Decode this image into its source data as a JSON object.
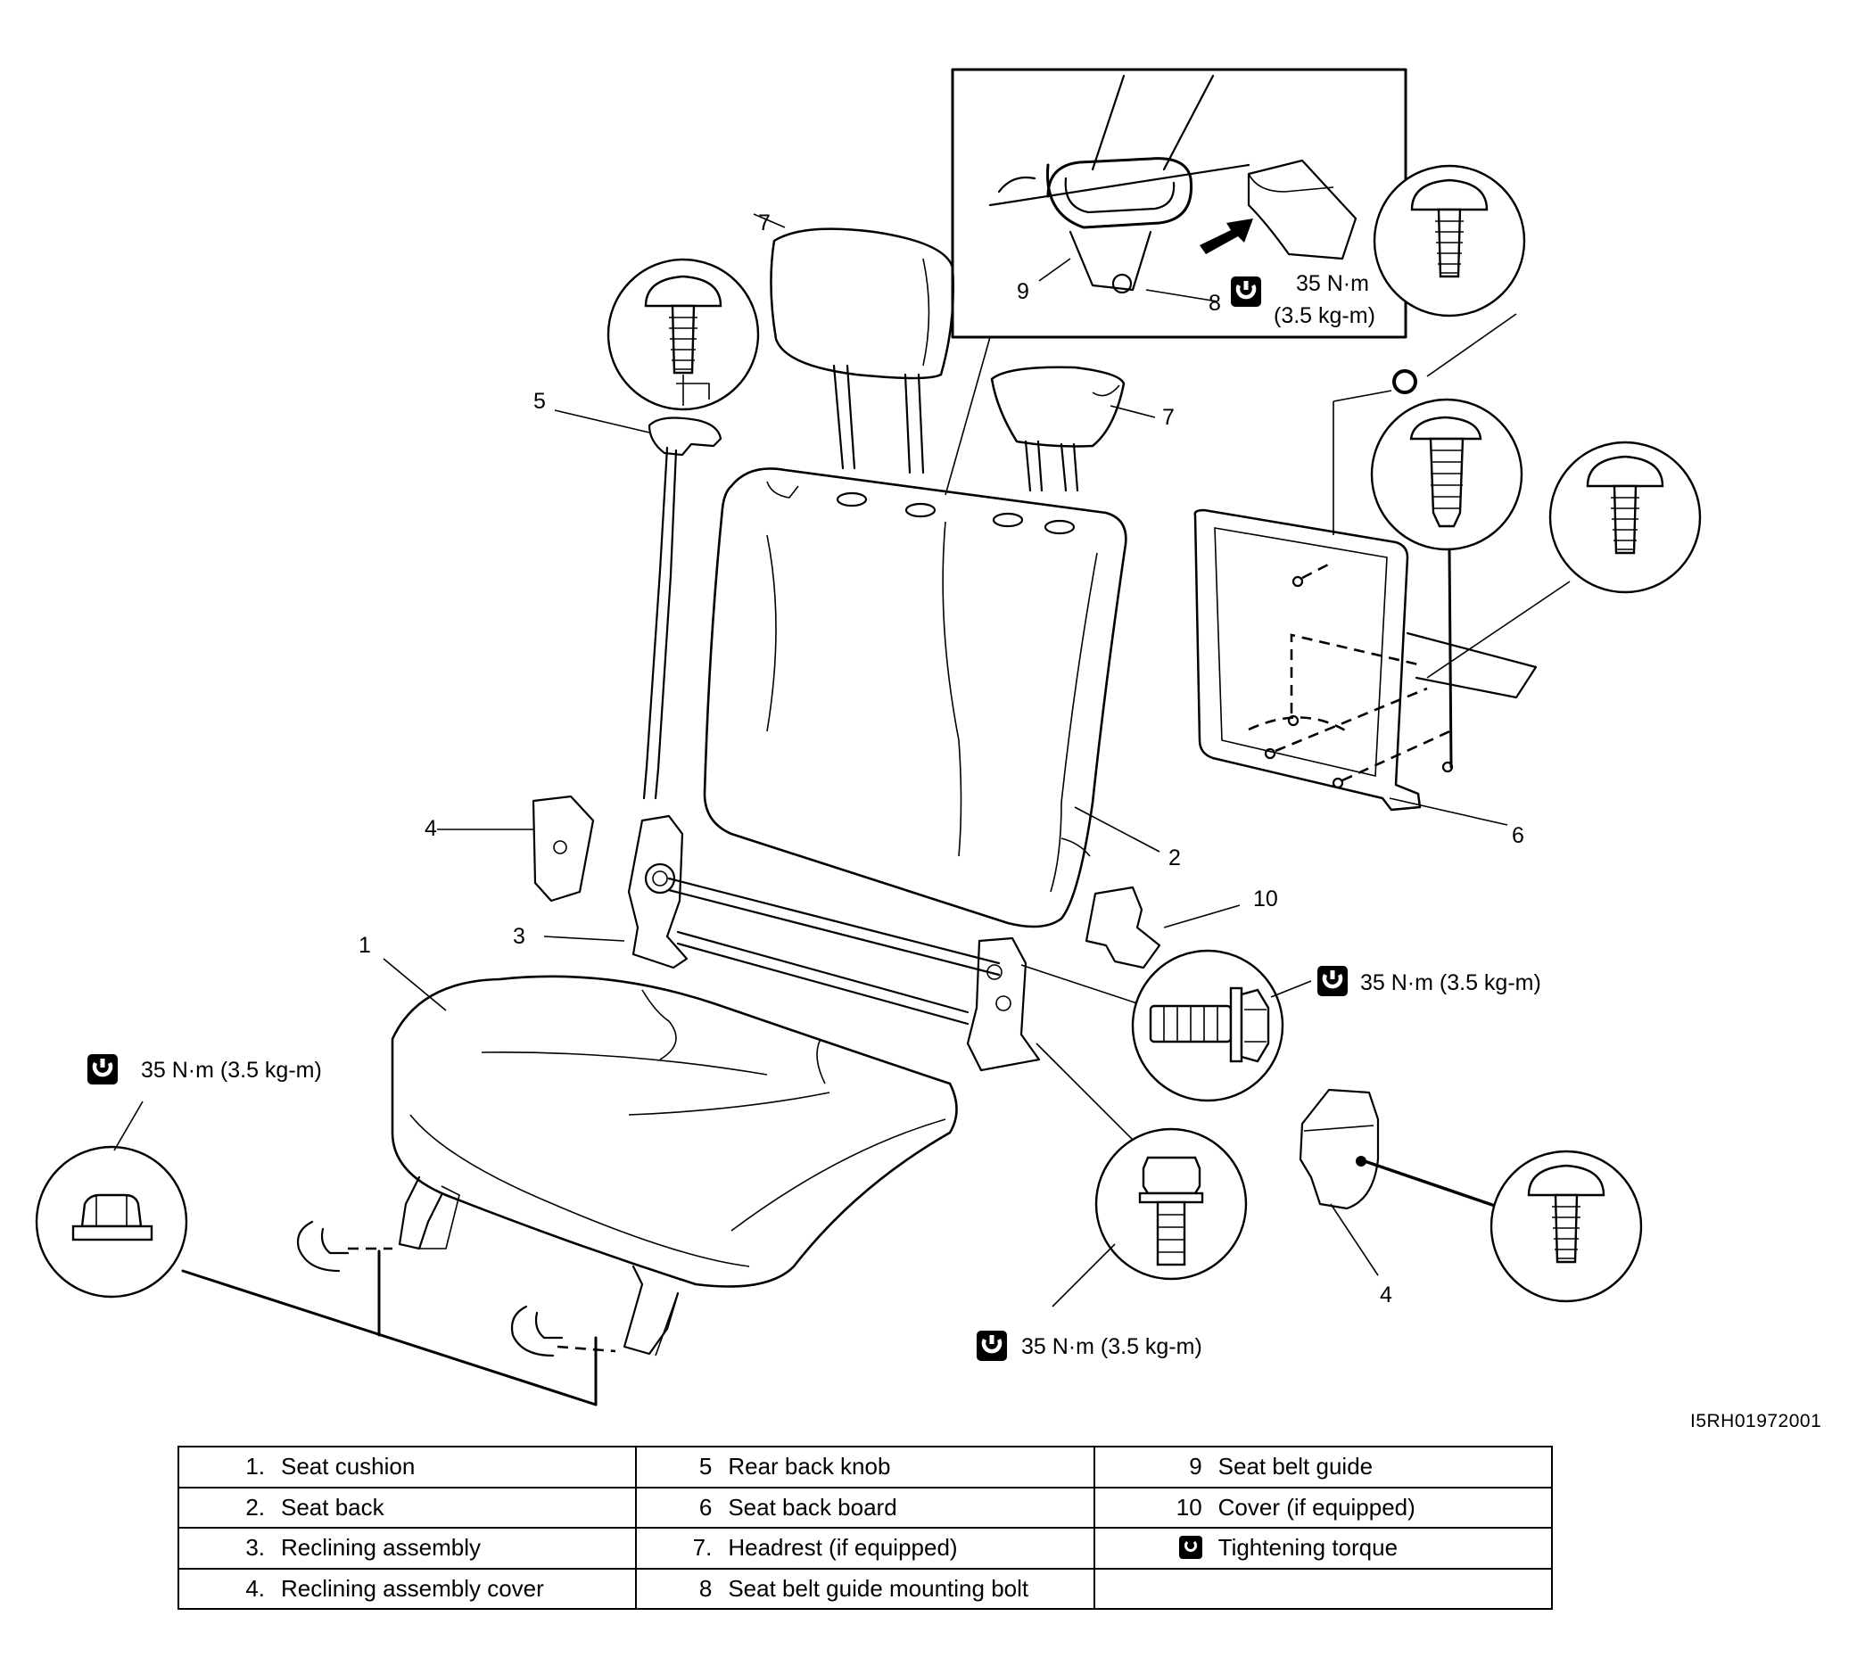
{
  "callouts": {
    "c1": "1",
    "c2": "2",
    "c3": "3",
    "c4a": "4",
    "c4b": "4",
    "c5": "5",
    "c6": "6",
    "c7a": "7",
    "c7b": "7",
    "c8": "8",
    "c9": "9",
    "c10": "10"
  },
  "torque": {
    "inset_value": "35 N·m",
    "inset_alt": "(3.5 kg-m)",
    "left": "35 N·m (3.5 kg-m)",
    "right": "35 N·m (3.5 kg-m)",
    "bottom": "35 N·m (3.5 kg-m)"
  },
  "figure_code": "I5RH01972001",
  "legend": [
    [
      {
        "n": "1.",
        "t": "Seat cushion"
      },
      {
        "n": "5",
        "t": "Rear back knob"
      },
      {
        "n": "9",
        "t": "Seat belt guide"
      }
    ],
    [
      {
        "n": "2.",
        "t": "Seat back"
      },
      {
        "n": "6",
        "t": "Seat back board"
      },
      {
        "n": "10",
        "t": "Cover (if equipped)"
      }
    ],
    [
      {
        "n": "3.",
        "t": "Reclining assembly"
      },
      {
        "n": "7.",
        "t": "Headrest (if equipped)"
      },
      {
        "icon": "tightening-torque-icon",
        "t": "Tightening torque"
      }
    ],
    [
      {
        "n": "4.",
        "t": "Reclining assembly cover"
      },
      {
        "n": "8",
        "t": "Seat belt guide mounting bolt"
      },
      {
        "n": "",
        "t": ""
      }
    ]
  ],
  "colors": {
    "ink": "#000000",
    "paper": "#ffffff"
  }
}
